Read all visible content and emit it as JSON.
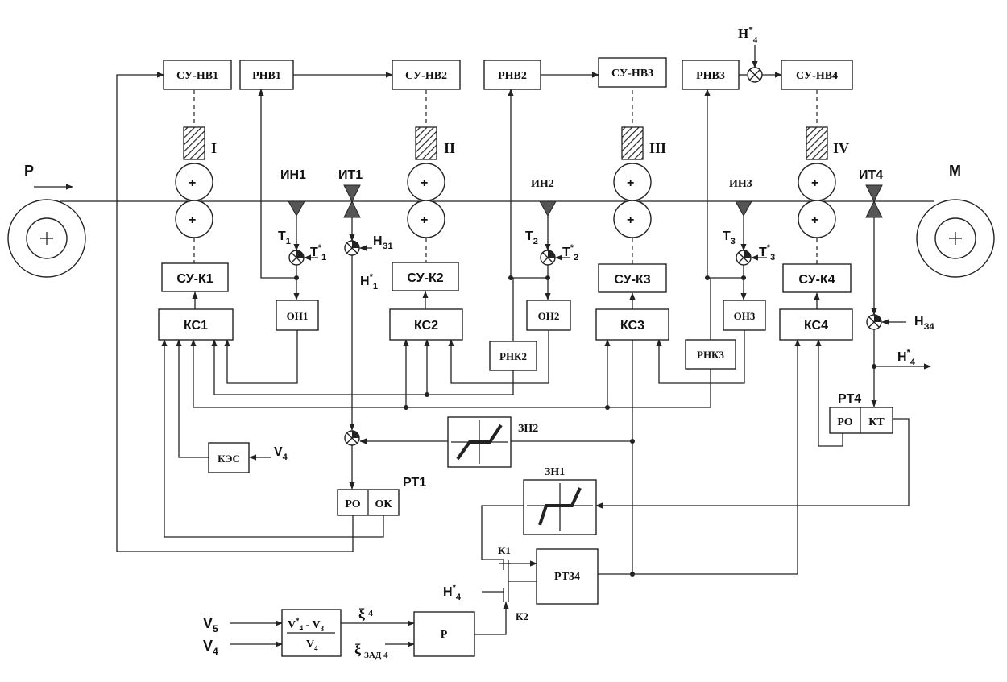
{
  "material_label": "P",
  "end_label": "M",
  "stands": [
    {
      "roman": "I"
    },
    {
      "roman": "II"
    },
    {
      "roman": "III"
    },
    {
      "roman": "IV"
    }
  ],
  "blocks": {
    "su_nv1": "СУ-НВ1",
    "su_nv2": "СУ-НВ2",
    "su_nv3": "СУ-НВ3",
    "su_nv4": "СУ-НВ4",
    "rnv1": "РНВ1",
    "rnv2": "РНВ2",
    "rnv3": "РНВ3",
    "su_k1": "СУ-К1",
    "su_k2": "СУ-К2",
    "su_k3": "СУ-К3",
    "su_k4": "СУ-К4",
    "ks1": "КС1",
    "ks2": "КС2",
    "ks3": "КС3",
    "ks4": "КС4",
    "on1": "ОН1",
    "on2": "ОН2",
    "on3": "ОН3",
    "rnk2": "РНК2",
    "rnk3": "РНК3",
    "kes": "КЭС",
    "ro1": "РО",
    "ok1": "ОК",
    "ro4": "РО",
    "kt4": "КТ",
    "rt34": "РТ34",
    "p_block": "Р",
    "frac_num": "V",
    "frac_num_sup": "*",
    "frac_num_sub": "4",
    "frac_minus": " - V",
    "frac_minus_sub": "3",
    "frac_den": "V",
    "frac_den_sub": "4"
  },
  "sensors": {
    "in1": "ИН1",
    "it1": "ИТ1",
    "in2": "ИН2",
    "in3": "ИН3",
    "it4": "ИТ4"
  },
  "labels": {
    "rt1": "РТ1",
    "rt4": "РТ4",
    "zn1": "ЗН1",
    "zn2": "ЗН2",
    "k1": "К1",
    "k2": "К2",
    "T": "T",
    "H": "H",
    "V": "V",
    "star": "*",
    "sub_1": "1",
    "sub_2": "2",
    "sub_3": "3",
    "sub_4": "4",
    "sub_5": "5",
    "sub_z1": "З1",
    "sub_z4": "З4",
    "xi": "ξ",
    "xi_sub4": "4",
    "xi_sub_zad": "ЗАД 4"
  }
}
